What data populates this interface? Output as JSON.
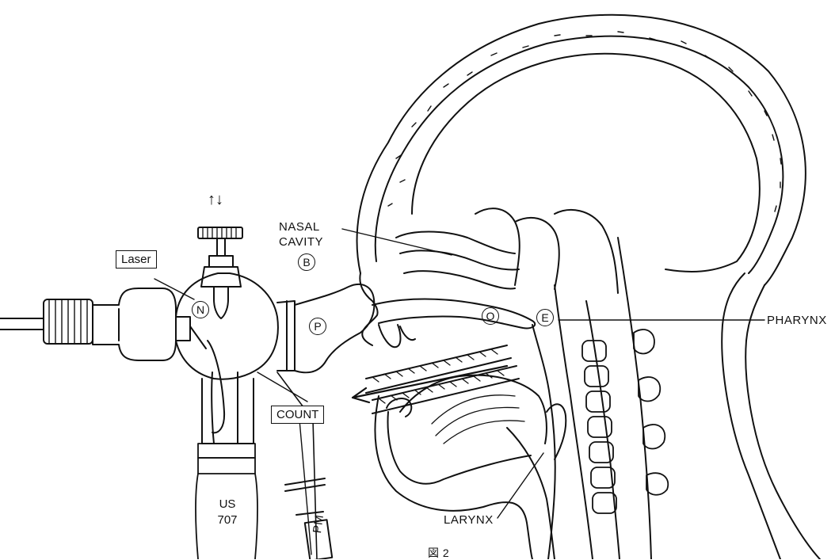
{
  "labels": {
    "nasal_cavity_line1": "NASAL",
    "nasal_cavity_line2": "CAVITY",
    "pharynx": "PHARYNX",
    "larynx": "LARYNX",
    "laser": "Laser",
    "count": "COUNT",
    "us_line1": "US",
    "us_line2": "707",
    "pm": "PM",
    "arrows": "↑↓",
    "figure_caption": "図 2"
  },
  "markers": {
    "b": "B",
    "n": "N",
    "p": "P",
    "o": "O",
    "e": "E"
  },
  "colors": {
    "ink": "#111111",
    "background": "#ffffff"
  }
}
